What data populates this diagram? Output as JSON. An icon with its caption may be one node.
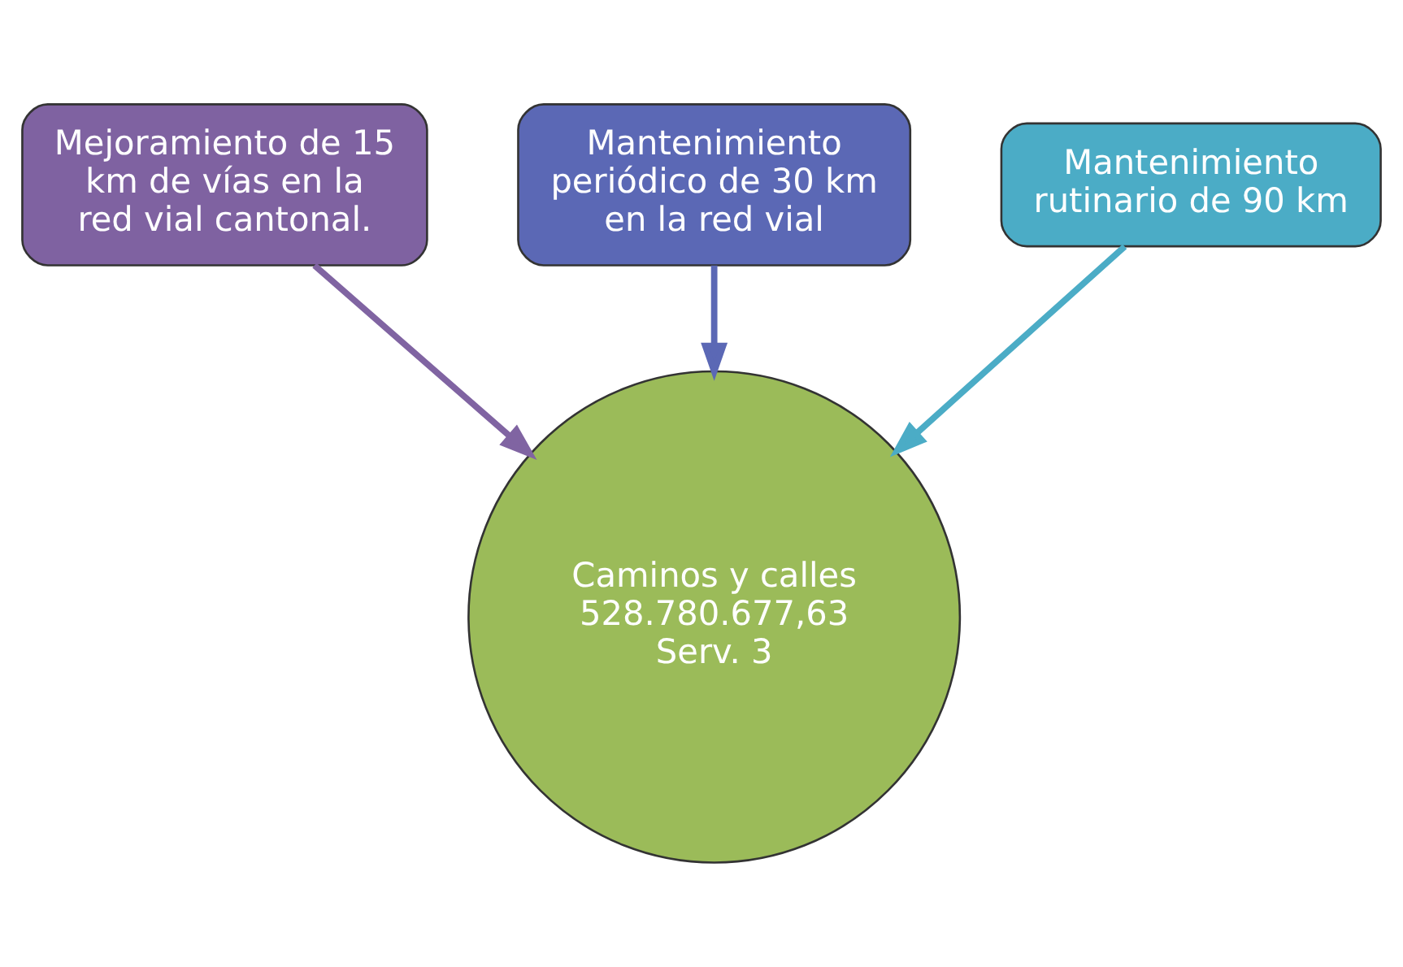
{
  "diagram": {
    "nodes": [
      {
        "text": [
          "Mejoramiento de 15 km de vías en la red vial cantonal."
        ]
      },
      {
        "text": [
          "Mantenimiento periódico de 30 km en la red vial"
        ]
      },
      {
        "text": [
          "Mantenimiento rutinario de 90 km"
        ]
      },
      {
        "text": [
          "Caminos y calles",
          "528.780.677,63",
          "Serv. 3"
        ]
      }
    ],
    "edges": [
      {
        "from": 0,
        "to": 3,
        "arrow": "to"
      },
      {
        "from": 1,
        "to": 3,
        "arrow": "to"
      },
      {
        "from": 2,
        "to": 3,
        "arrow": "to"
      }
    ]
  }
}
